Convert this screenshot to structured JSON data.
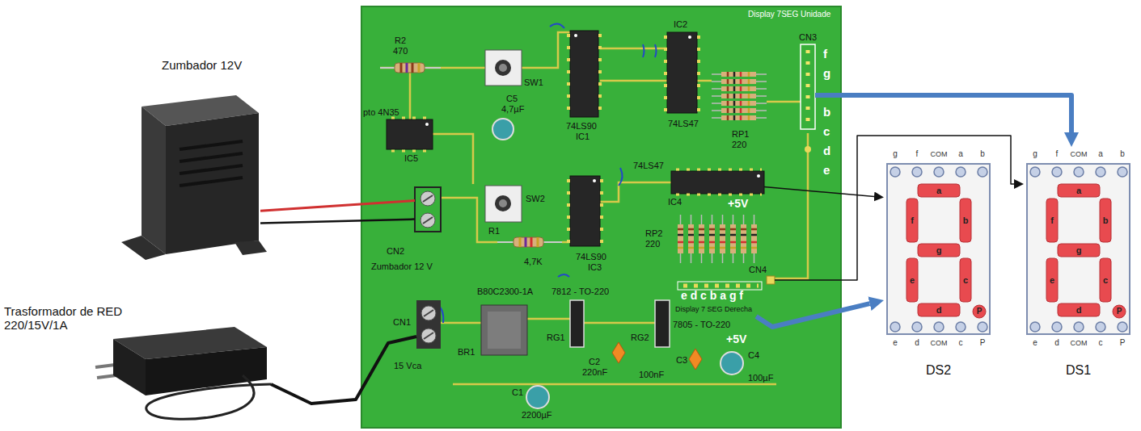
{
  "diagram": {
    "nodes": [
      {
        "text": [
          "Display 7SEG Unidade"
        ]
      },
      {
        "text": [
          "CN3"
        ],
        "in": 0
      },
      {
        "text": [
          "IC4"
        ],
        "in": 0
      },
      {
        "text": [
          "CN4"
        ],
        "in": 0
      },
      {
        "text": [
          "Display 7 SEG Derecha"
        ],
        "in": 0
      },
      {
        "text": [
          "CN2",
          "Zumbador 12 V"
        ],
        "in": 0
      },
      {
        "text": [
          "CN1",
          "15 Vca"
        ],
        "in": 0
      },
      {
        "text": [
          "Zumbador 12V"
        ]
      },
      {
        "text": [
          "Trasformador de RED 220/15V/1A"
        ]
      },
      {
        "text": [
          "DS2"
        ]
      },
      {
        "text": [
          "DS1"
        ]
      }
    ],
    "edges": [
      {
        "from": 1,
        "to": 10,
        "arrow": "to"
      },
      {
        "from": 4,
        "to": 9,
        "arrow": "to"
      },
      {
        "from": 2,
        "to": 9,
        "arrow": "to"
      },
      {
        "from": 3,
        "to": 10,
        "arrow": "to"
      },
      {
        "from": 7,
        "to": 5,
        "arrow": "none"
      },
      {
        "from": 8,
        "to": 6,
        "arrow": "none"
      }
    ],
    "labels": [
      "R2",
      "470",
      "SW1",
      "C5",
      "4,7µF",
      "IC2",
      "74LS90",
      "IC1",
      "74LS47",
      "RP1",
      "220",
      "pto 4N35",
      "IC5",
      "f",
      "g",
      "b",
      "c",
      "d",
      "e",
      "74LS47",
      "SW2",
      "+5V",
      "RP2",
      "220",
      "R1",
      "4,7K",
      "74LS90",
      "IC3",
      "e d c b a g f",
      "B80C2300-1A",
      "7812 - TO-220",
      "BR1",
      "RG1",
      "C2",
      "220nF",
      "RG2",
      "7805 - TO-220",
      "+5V",
      "C3",
      "100nF",
      "C4",
      "100µF",
      "C1",
      "2200µF",
      "g",
      "f",
      "COM",
      "a",
      "b",
      "a",
      "f",
      "b",
      "g",
      "e",
      "c",
      "d",
      "P",
      "e",
      "d",
      "COM",
      "c",
      "P",
      "g",
      "f",
      "COM",
      "a",
      "b",
      "a",
      "f",
      "b",
      "g",
      "e",
      "c",
      "d",
      "P",
      "e",
      "d",
      "COM",
      "c",
      "P"
    ]
  }
}
